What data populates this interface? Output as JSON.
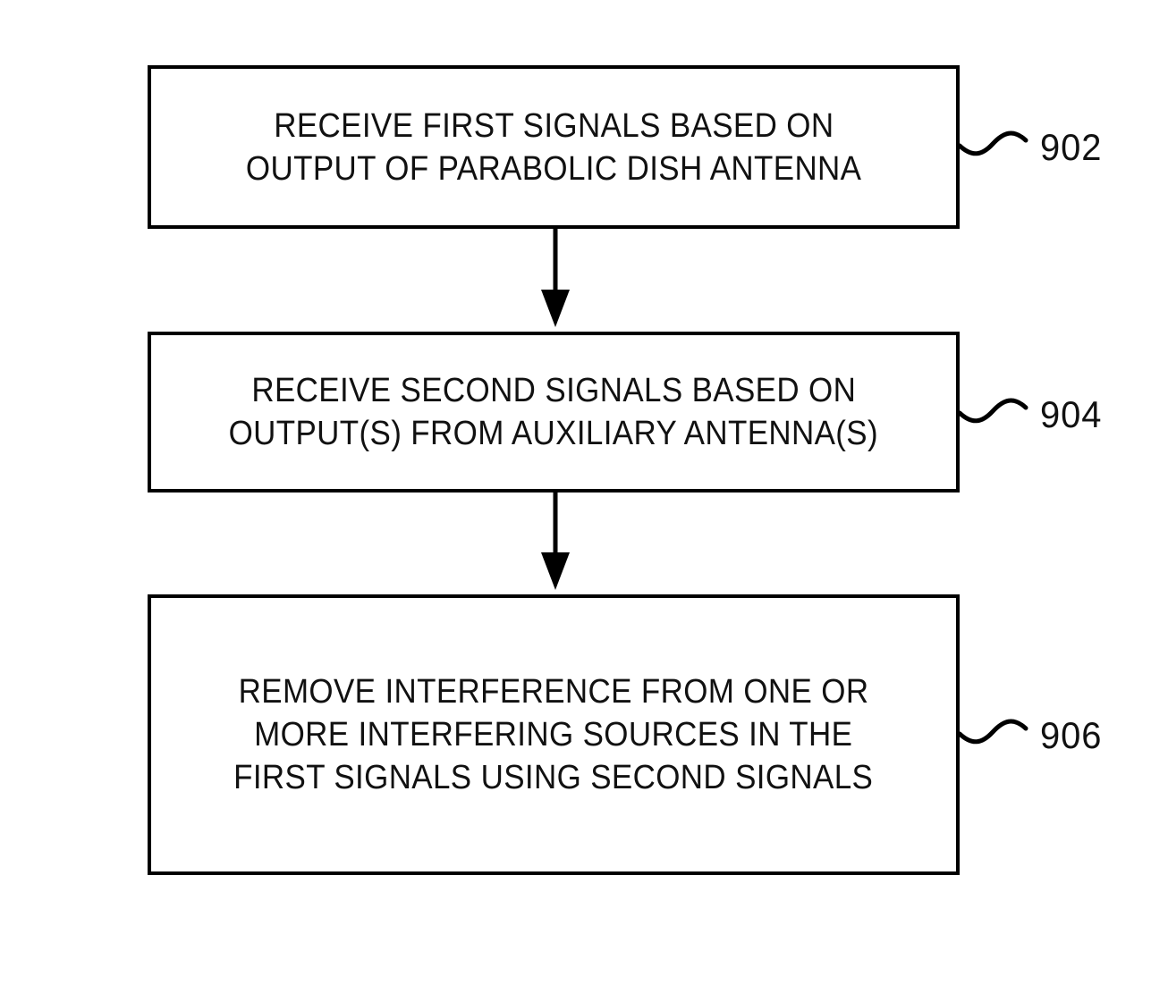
{
  "figure": {
    "type": "patent-flowchart",
    "orientation": "vertical",
    "ink_color": "#000000",
    "background_color": "#ffffff"
  },
  "steps": [
    {
      "ref": "902",
      "lines": [
        "RECEIVE FIRST SIGNALS BASED ON",
        "OUTPUT OF PARABOLIC DISH ANTENNA"
      ]
    },
    {
      "ref": "904",
      "lines": [
        "RECEIVE SECOND SIGNALS BASED ON",
        "OUTPUT(S) FROM AUXILIARY ANTENNA(S)"
      ]
    },
    {
      "ref": "906",
      "lines": [
        "REMOVE INTERFERENCE FROM ONE OR",
        "MORE INTERFERING SOURCES IN THE",
        "FIRST SIGNALS USING SECOND SIGNALS"
      ]
    }
  ],
  "connectors": [
    {
      "name": "arrow-902-to-904",
      "from": "902",
      "to": "904"
    },
    {
      "name": "arrow-904-to-906",
      "from": "904",
      "to": "906"
    }
  ],
  "leaders": [
    {
      "name": "leader-902",
      "ref": "902"
    },
    {
      "name": "leader-904",
      "ref": "904"
    },
    {
      "name": "leader-906",
      "ref": "906"
    }
  ]
}
